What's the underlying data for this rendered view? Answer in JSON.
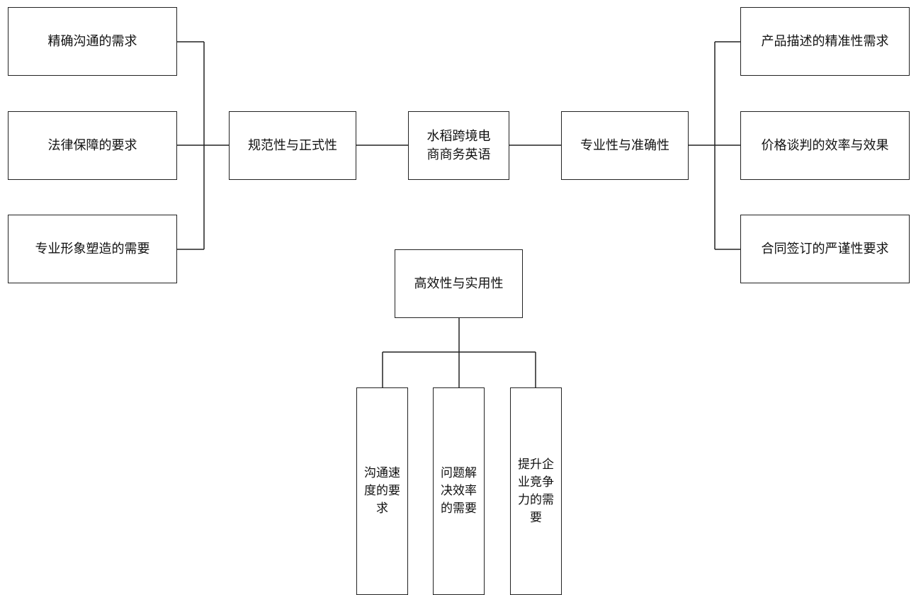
{
  "center": "水稻跨境电商商务英语",
  "branches": {
    "formality": {
      "label": "规范性与正式性",
      "children": [
        "精确沟通的需求",
        "法律保障的要求",
        "专业形象塑造的需要"
      ]
    },
    "accuracy": {
      "label": "专业性与准确性",
      "children": [
        "产品描述的精准性需求",
        "价格谈判的效率与效果",
        "合同签订的严谨性要求"
      ]
    },
    "efficiency": {
      "label": "高效性与实用性",
      "children": [
        "沟通速度的要求",
        "问题解决效率的需要",
        "提升企业竞争力的需要"
      ]
    }
  }
}
